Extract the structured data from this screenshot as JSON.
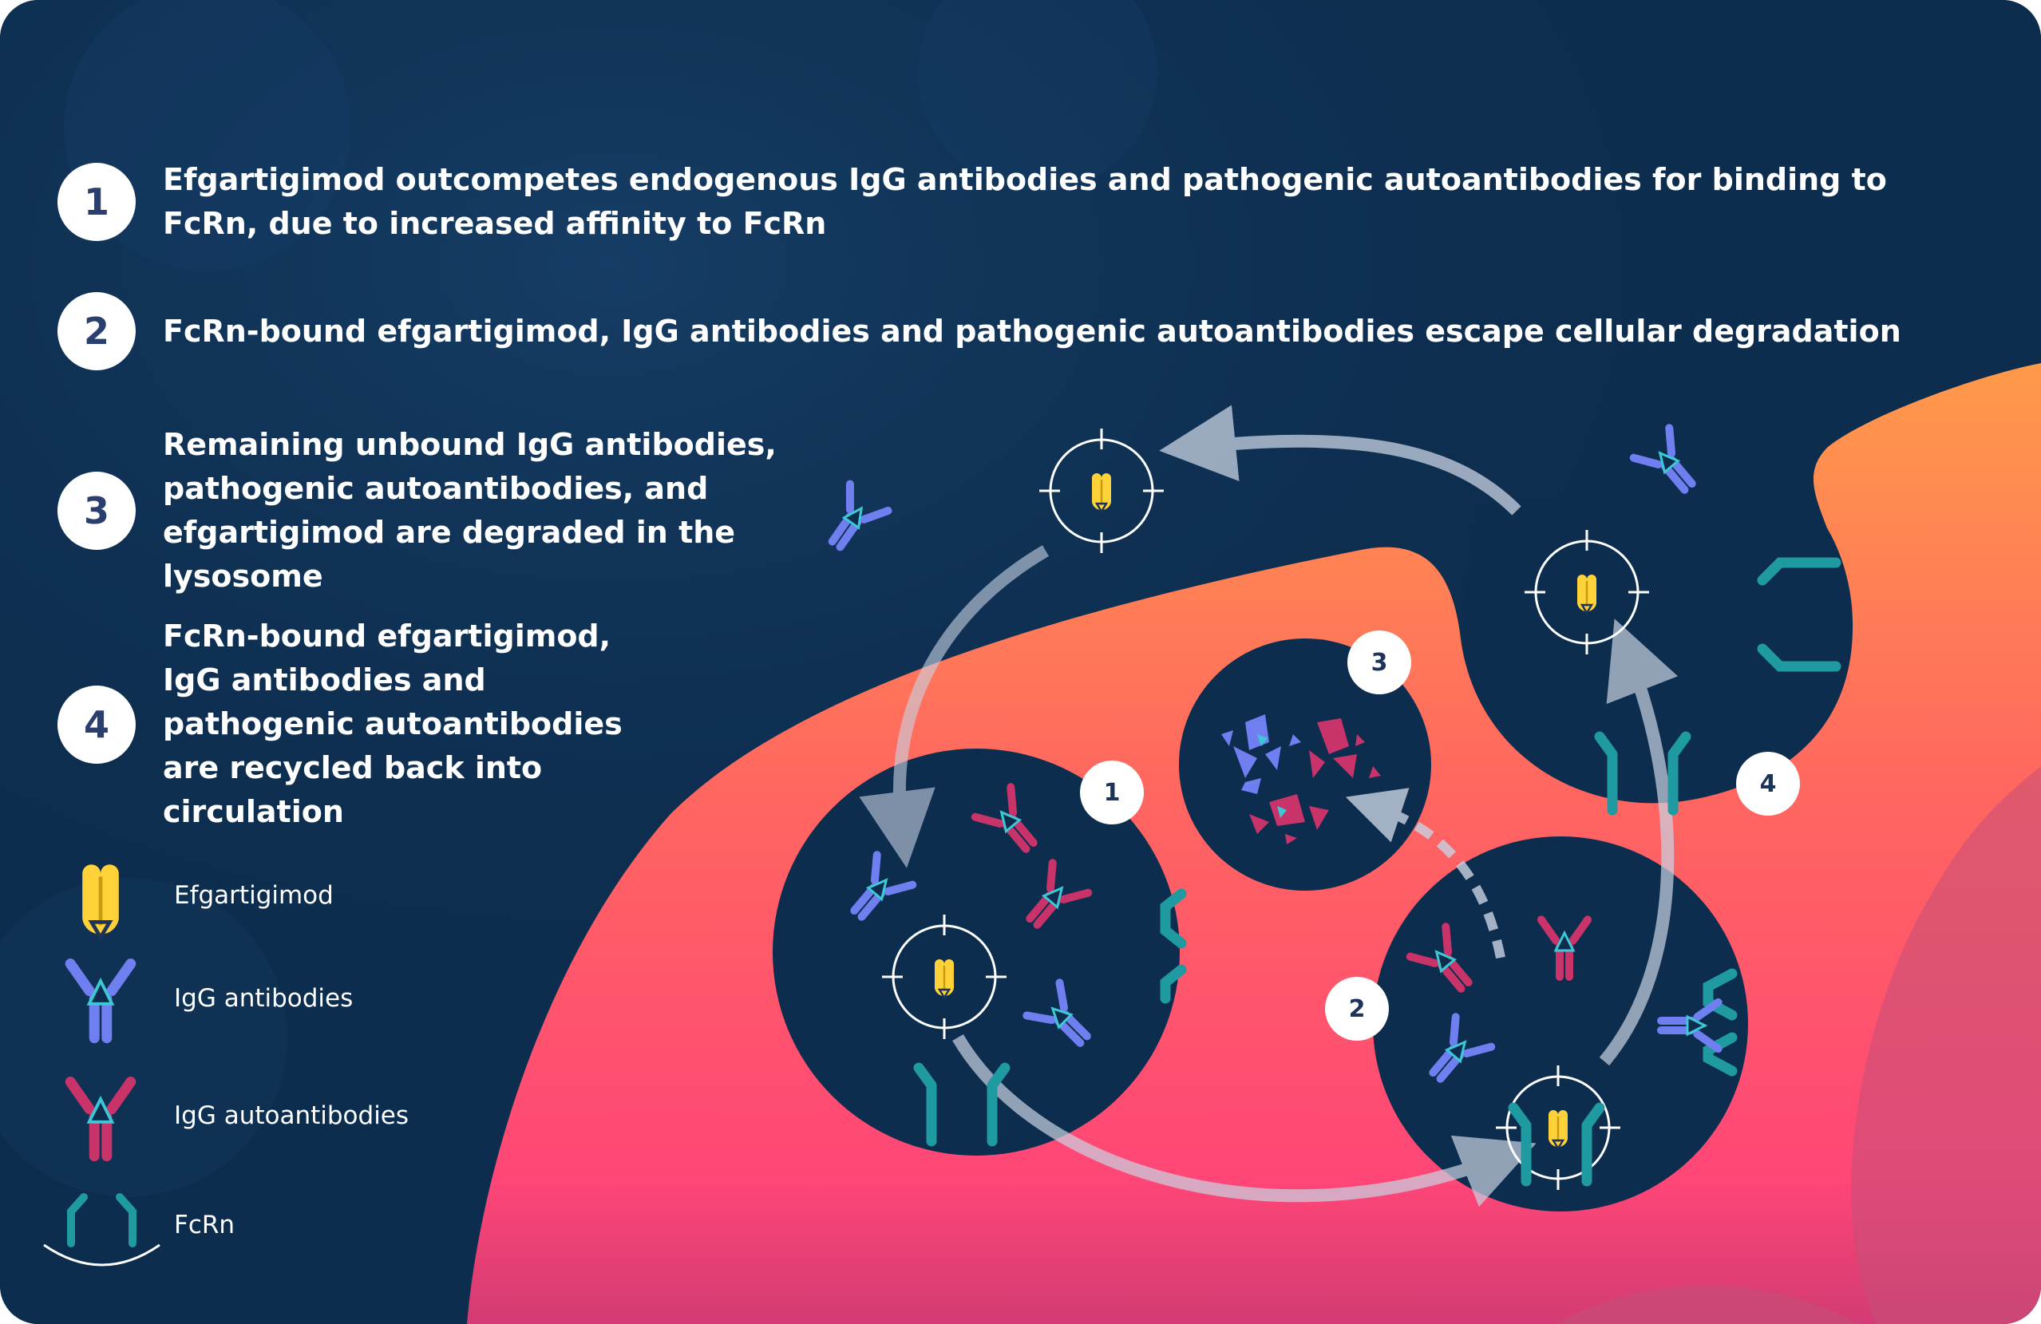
{
  "steps": [
    {
      "num": "1",
      "text": "Efgartigimod outcompetes endogenous IgG antibodies and pathogenic autoantibodies for binding to FcRn, due to increased affinity to FcRn"
    },
    {
      "num": "2",
      "text": "FcRn-bound efgartigimod, IgG antibodies and pathogenic autoantibodies escape cellular degradation"
    },
    {
      "num": "3",
      "text": "Remaining unbound IgG antibodies, pathogenic autoantibodies, and efgartigimod are degraded in the lysosome"
    },
    {
      "num": "4",
      "text": "FcRn-bound efgartigimod, IgG antibodies and pathogenic autoantibodies are recycled back into circulation"
    }
  ],
  "legend": [
    {
      "label": "Efgartigimod",
      "icon": "efgartigimod-icon"
    },
    {
      "label": "IgG antibodies",
      "icon": "igg-antibody-icon"
    },
    {
      "label": "IgG autoantibodies",
      "icon": "igg-autoantibody-icon"
    },
    {
      "label": "FcRn",
      "icon": "fcrn-icon"
    }
  ],
  "diagram_labels": {
    "vesicle_1": "1",
    "vesicle_2": "2",
    "lysosome_3": "3",
    "recycling_4": "4"
  },
  "colors": {
    "background": "#0d2d4e",
    "cell_orange": "#ff9a4a",
    "cell_pink": "#ff4f7a",
    "efgartigimod": "#ffd23a",
    "igg": "#6f7ff0",
    "autoantibody": "#c8336a",
    "fcrn": "#1e9aa0",
    "badge_text": "#2b3f6e"
  }
}
